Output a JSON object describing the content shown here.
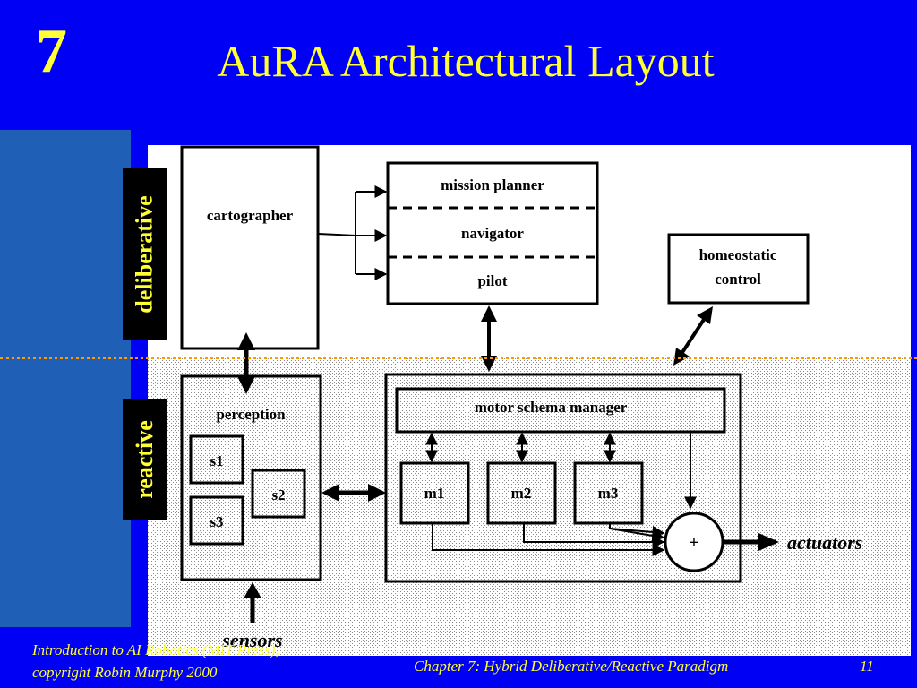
{
  "slide": {
    "number": "7",
    "title": "AuRA Architectural Layout"
  },
  "bands": {
    "deliberative": "deliberative",
    "reactive": "reactive"
  },
  "diagram": {
    "cartographer": "cartographer",
    "mission_planner": "mission planner",
    "navigator": "navigator",
    "pilot": "pilot",
    "homeostatic_line1": "homeostatic",
    "homeostatic_line2": "control",
    "perception": "perception",
    "s1": "s1",
    "s2": "s2",
    "s3": "s3",
    "motor_schema_manager": "motor schema manager",
    "m1": "m1",
    "m2": "m2",
    "m3": "m3",
    "sum": "+",
    "actuators": "actuators",
    "sensors": "sensors"
  },
  "footer": {
    "left_line1": "Introduction to AI Robotics (MIT Press),",
    "left_line2": "copyright Robin Murphy 2000",
    "center": "Chapter 7: Hybrid Deliberative/Reactive Paradigm",
    "page": "11"
  },
  "colors": {
    "background": "#0000f4",
    "accent": "#ffff33",
    "sidebar": "#1f5fb6",
    "separator": "#ff9900"
  }
}
